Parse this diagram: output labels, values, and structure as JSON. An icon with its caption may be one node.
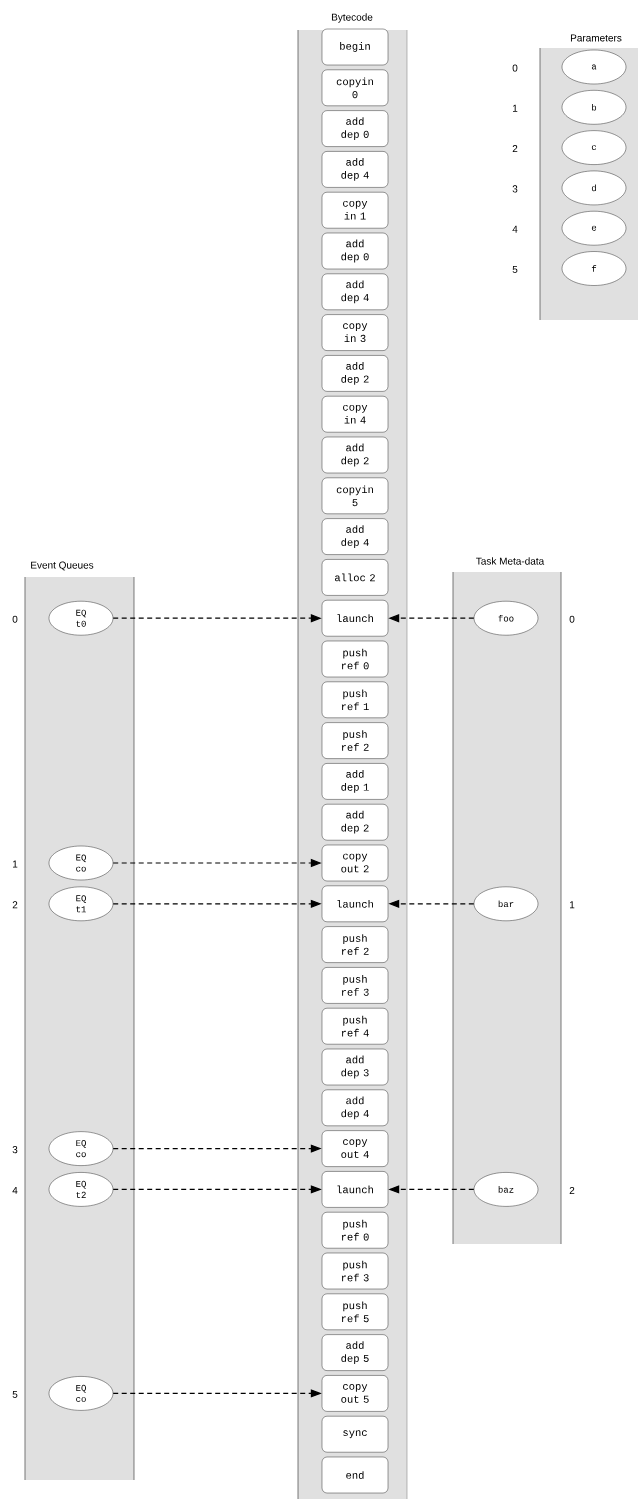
{
  "diagram": {
    "nodes": [
      {
        "text": [
          "Bytecode"
        ]
      },
      {
        "text": [
          "begin"
        ],
        "in": 0
      },
      {
        "text": [
          "copyin 0"
        ],
        "in": 0
      },
      {
        "text": [
          "add dep 0"
        ],
        "in": 0
      },
      {
        "text": [
          "add dep 4"
        ],
        "in": 0
      },
      {
        "text": [
          "copy in 1"
        ],
        "in": 0
      },
      {
        "text": [
          "add dep 0"
        ],
        "in": 0
      },
      {
        "text": [
          "add dep 4"
        ],
        "in": 0
      },
      {
        "text": [
          "copy in 3"
        ],
        "in": 0
      },
      {
        "text": [
          "add dep 2"
        ],
        "in": 0
      },
      {
        "text": [
          "copy in 4"
        ],
        "in": 0
      },
      {
        "text": [
          "add dep 2"
        ],
        "in": 0
      },
      {
        "text": [
          "copyin 5"
        ],
        "in": 0
      },
      {
        "text": [
          "add dep 4"
        ],
        "in": 0
      },
      {
        "text": [
          "alloc 2"
        ],
        "in": 0
      },
      {
        "text": [
          "launch"
        ],
        "in": 0
      },
      {
        "text": [
          "push ref 0"
        ],
        "in": 0
      },
      {
        "text": [
          "push ref 1"
        ],
        "in": 0
      },
      {
        "text": [
          "push ref 2"
        ],
        "in": 0
      },
      {
        "text": [
          "add dep 1"
        ],
        "in": 0
      },
      {
        "text": [
          "add dep 2"
        ],
        "in": 0
      },
      {
        "text": [
          "copy out 2"
        ],
        "in": 0
      },
      {
        "text": [
          "launch"
        ],
        "in": 0
      },
      {
        "text": [
          "push ref 2"
        ],
        "in": 0
      },
      {
        "text": [
          "push ref 3"
        ],
        "in": 0
      },
      {
        "text": [
          "push ref 4"
        ],
        "in": 0
      },
      {
        "text": [
          "add dep 3"
        ],
        "in": 0
      },
      {
        "text": [
          "add dep 4"
        ],
        "in": 0
      },
      {
        "text": [
          "copy out 4"
        ],
        "in": 0
      },
      {
        "text": [
          "launch"
        ],
        "in": 0
      },
      {
        "text": [
          "push ref 0"
        ],
        "in": 0
      },
      {
        "text": [
          "push ref 3"
        ],
        "in": 0
      },
      {
        "text": [
          "push ref 5"
        ],
        "in": 0
      },
      {
        "text": [
          "add dep 5"
        ],
        "in": 0
      },
      {
        "text": [
          "copy out 5"
        ],
        "in": 0
      },
      {
        "text": [
          "sync"
        ],
        "in": 0
      },
      {
        "text": [
          "end"
        ],
        "in": 0
      },
      {
        "text": [
          "Parameters"
        ]
      },
      {
        "text": [
          "a"
        ],
        "in": 37
      },
      {
        "text": [
          "b"
        ],
        "in": 37
      },
      {
        "text": [
          "c"
        ],
        "in": 37
      },
      {
        "text": [
          "d"
        ],
        "in": 37
      },
      {
        "text": [
          "e"
        ],
        "in": 37
      },
      {
        "text": [
          "f"
        ],
        "in": 37
      },
      {
        "text": [
          "Event Queues"
        ]
      },
      {
        "text": [
          "EQ t0"
        ],
        "in": 44,
        "beside": [
          "0"
        ]
      },
      {
        "text": [
          "EQ co"
        ],
        "in": 44,
        "beside": [
          "1"
        ]
      },
      {
        "text": [
          "EQ t1"
        ],
        "in": 44,
        "beside": [
          "2"
        ]
      },
      {
        "text": [
          "EQ co"
        ],
        "in": 44,
        "beside": [
          "3"
        ]
      },
      {
        "text": [
          "EQ t2"
        ],
        "in": 44,
        "beside": [
          "4"
        ]
      },
      {
        "text": [
          "EQ co"
        ],
        "in": 44,
        "beside": [
          "5"
        ]
      },
      {
        "text": [
          "Task Meta-data"
        ]
      },
      {
        "text": [
          "foo"
        ],
        "in": 51,
        "beside": [
          "0"
        ]
      },
      {
        "text": [
          "bar"
        ],
        "in": 51,
        "beside": [
          "1"
        ]
      },
      {
        "text": [
          "baz"
        ],
        "in": 51,
        "beside": [
          "2"
        ]
      }
    ],
    "edges": [
      {
        "from": 45,
        "to": 15,
        "arrow": "to",
        "style": "dashed"
      },
      {
        "from": 52,
        "to": 15,
        "arrow": "to",
        "style": "dashed"
      },
      {
        "from": 46,
        "to": 21,
        "arrow": "to",
        "style": "dashed"
      },
      {
        "from": 47,
        "to": 22,
        "arrow": "to",
        "style": "dashed"
      },
      {
        "from": 53,
        "to": 22,
        "arrow": "to",
        "style": "dashed"
      },
      {
        "from": 48,
        "to": 28,
        "arrow": "to",
        "style": "dashed"
      },
      {
        "from": 49,
        "to": 29,
        "arrow": "to",
        "style": "dashed"
      },
      {
        "from": 54,
        "to": 29,
        "arrow": "to",
        "style": "dashed"
      },
      {
        "from": 50,
        "to": 34,
        "arrow": "to",
        "style": "dashed"
      }
    ],
    "labels": [
      "0",
      "1",
      "2",
      "3",
      "4",
      "5"
    ]
  }
}
